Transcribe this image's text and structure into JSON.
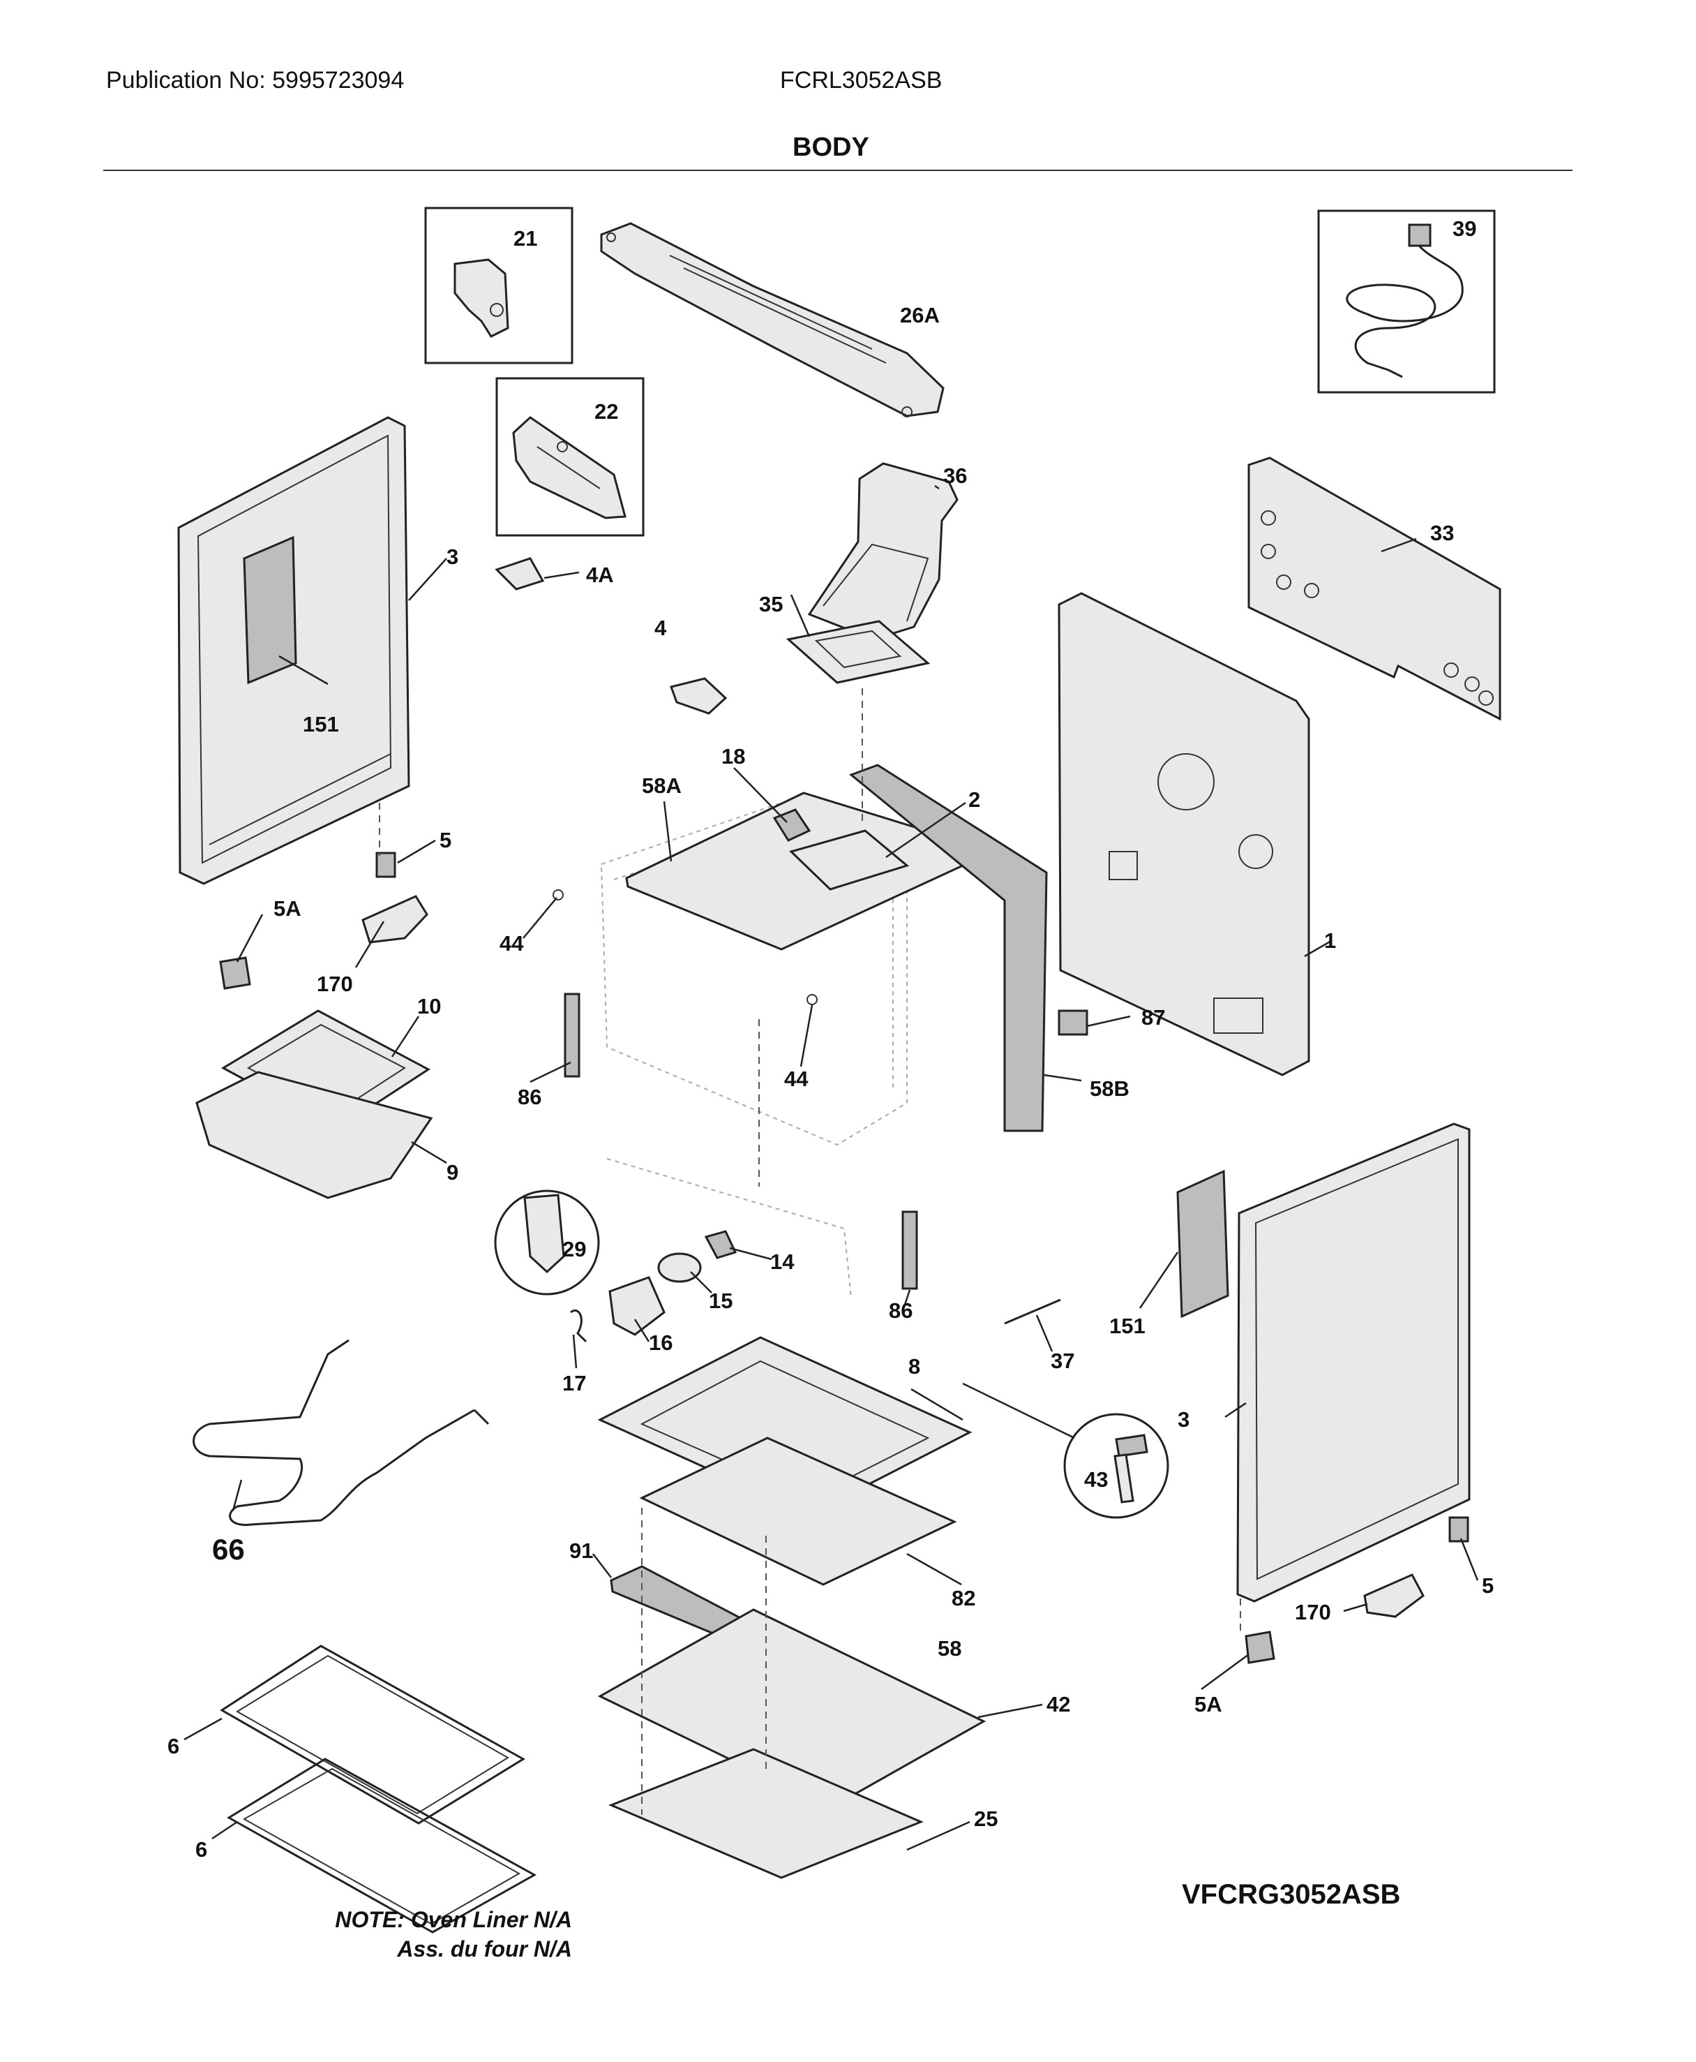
{
  "header": {
    "publication": "Publication No: 5995723094",
    "model": "FCRL3052ASB",
    "section": "BODY"
  },
  "callouts": {
    "p1": "1",
    "p2": "2",
    "p3a": "3",
    "p3b": "3",
    "p4": "4",
    "p4a": "4A",
    "p5a": "5",
    "p5b": "5",
    "p5Aa": "5A",
    "p5Ab": "5A",
    "p6a": "6",
    "p6b": "6",
    "p8": "8",
    "p9": "9",
    "p10": "10",
    "p14": "14",
    "p15": "15",
    "p16": "16",
    "p17": "17",
    "p18": "18",
    "p21": "21",
    "p22": "22",
    "p25": "25",
    "p26A": "26A",
    "p29": "29",
    "p33": "33",
    "p35": "35",
    "p36": "36",
    "p37": "37",
    "p39": "39",
    "p42": "42",
    "p43": "43",
    "p44a": "44",
    "p44b": "44",
    "p58": "58",
    "p58A": "58A",
    "p58B": "58B",
    "p66": "66",
    "p82": "82",
    "p86a": "86",
    "p86b": "86",
    "p87": "87",
    "p91": "91",
    "p151a": "151",
    "p151b": "151",
    "p170a": "170",
    "p170b": "170"
  },
  "footer": {
    "note_line1": "NOTE: Oven Liner N/A",
    "note_line2": "Ass. du four N/A",
    "variant_model": "VFCRG3052ASB"
  }
}
